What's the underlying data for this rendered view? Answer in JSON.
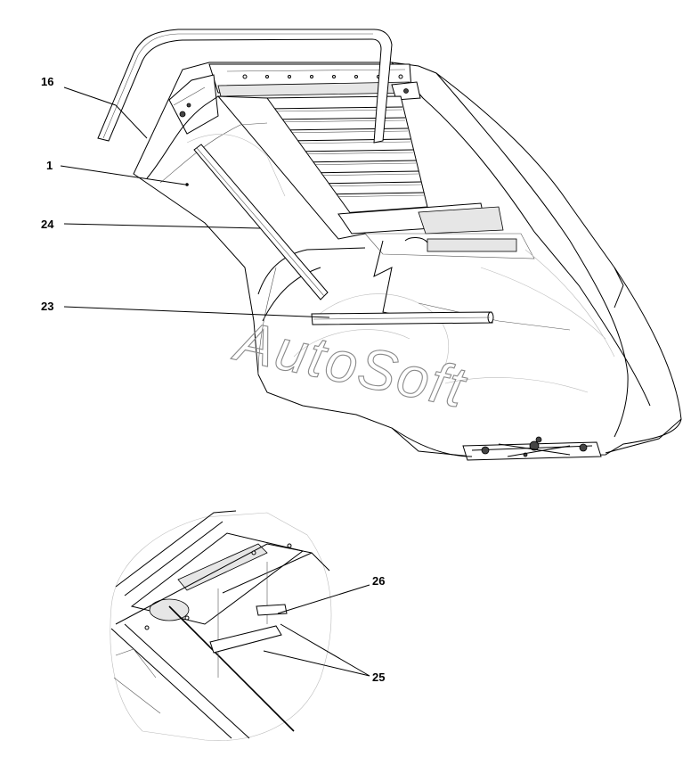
{
  "diagram": {
    "callouts": [
      {
        "id": "c16",
        "label": "16"
      },
      {
        "id": "c1",
        "label": "1"
      },
      {
        "id": "c24",
        "label": "24"
      },
      {
        "id": "c23",
        "label": "23"
      },
      {
        "id": "c26",
        "label": "26"
      },
      {
        "id": "c25",
        "label": "25"
      }
    ],
    "watermark": "AutoSoft"
  }
}
